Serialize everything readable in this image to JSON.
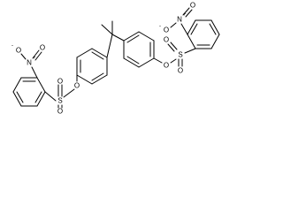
{
  "molecule": {
    "atoms": {
      "o_ester_left": "O",
      "o_ester_right": "O",
      "s_left": "S",
      "s_right": "S",
      "o_sulfonyl_left_top": "O",
      "o_sulfonyl_left_bottom": "O",
      "o_sulfonyl_right_top": "O",
      "o_sulfonyl_right_bottom": "O",
      "n_left": "N",
      "n_right": "N",
      "o_nitro_left_double": "O",
      "o_nitro_left_single": "O",
      "o_nitro_right_double": "O",
      "o_nitro_right_single": "O"
    },
    "charges": {
      "n_left": "+",
      "n_right": "+",
      "o_nitro_left_single": "-",
      "o_nitro_right_single": "-"
    }
  }
}
